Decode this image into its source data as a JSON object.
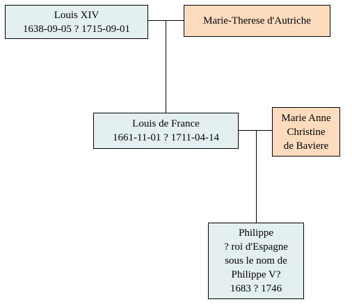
{
  "colors": {
    "person_fill": "#e4f0ef",
    "spouse_fill": "#fcdcbd",
    "line": "#000000"
  },
  "nodes": {
    "louis_xiv": {
      "lines": [
        "Louis XIV",
        "1638-09-05 ? 1715-09-01"
      ]
    },
    "marie_therese": {
      "lines": [
        "Marie-Therese d'Autriche"
      ]
    },
    "louis_de_france": {
      "lines": [
        "Louis de France",
        "1661-11-01 ? 1711-04-14"
      ]
    },
    "marie_anne": {
      "lines": [
        "Marie Anne",
        "Christine",
        "de Baviere"
      ]
    },
    "philippe": {
      "lines": [
        "Philippe",
        "? roi d'Espagne",
        "sous le nom de",
        "Philippe V?",
        "1683 ? 1746"
      ]
    }
  }
}
